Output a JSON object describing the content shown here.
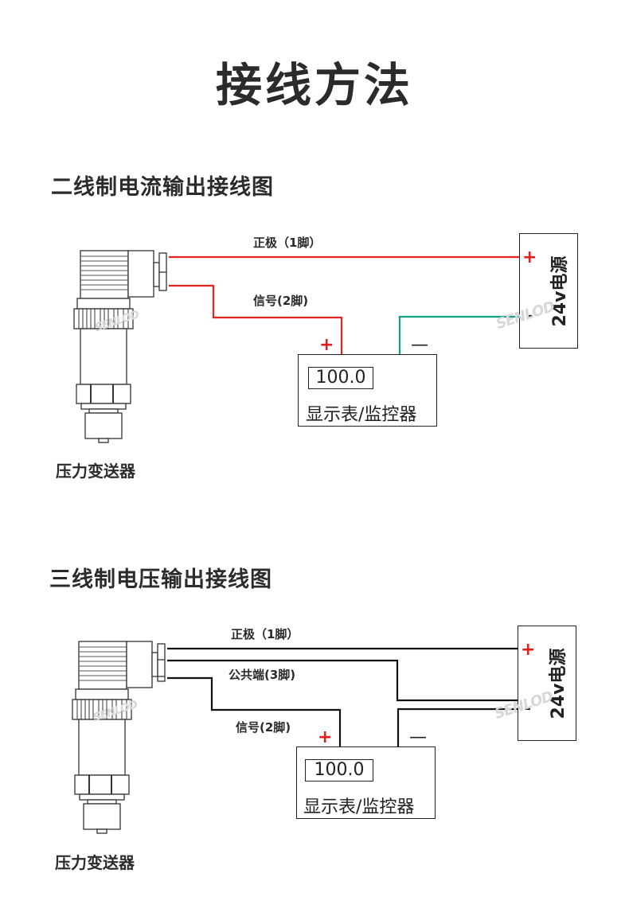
{
  "page": {
    "title": "接线方法"
  },
  "colors": {
    "positive_wire": "#e8231f",
    "negative_wire_two_wire": "#10a085",
    "wire_three_wire": "#111111",
    "plus_sign": "#e11d1d",
    "text": "#2b2b2b"
  },
  "sections": [
    {
      "title": "二线制电流输出接线图",
      "device_label": "压力变送器",
      "wires": [
        {
          "label": "正极（1脚）",
          "color": "red"
        },
        {
          "label": "信号(2脚)",
          "color": "red"
        },
        {
          "label": "",
          "color": "green"
        }
      ],
      "meter": {
        "readout": "100.0",
        "name": "显示表/监控器",
        "plus": "+",
        "minus": "—"
      },
      "power_supply": {
        "name": "24v电源",
        "plus": "+",
        "minus": "-"
      },
      "watermark": "SENLOD"
    },
    {
      "title": "三线制电压输出接线图",
      "device_label": "压力变送器",
      "wires": [
        {
          "label": "正极（1脚）",
          "color": "black"
        },
        {
          "label": "公共端(3脚)",
          "color": "black"
        },
        {
          "label": "信号(2脚)",
          "color": "black"
        }
      ],
      "meter": {
        "readout": "100.0",
        "name": "显示表/监控器",
        "plus": "+",
        "minus": "—"
      },
      "power_supply": {
        "name": "24v电源",
        "plus": "+",
        "minus": "-"
      },
      "watermark": "SENLOD"
    }
  ]
}
